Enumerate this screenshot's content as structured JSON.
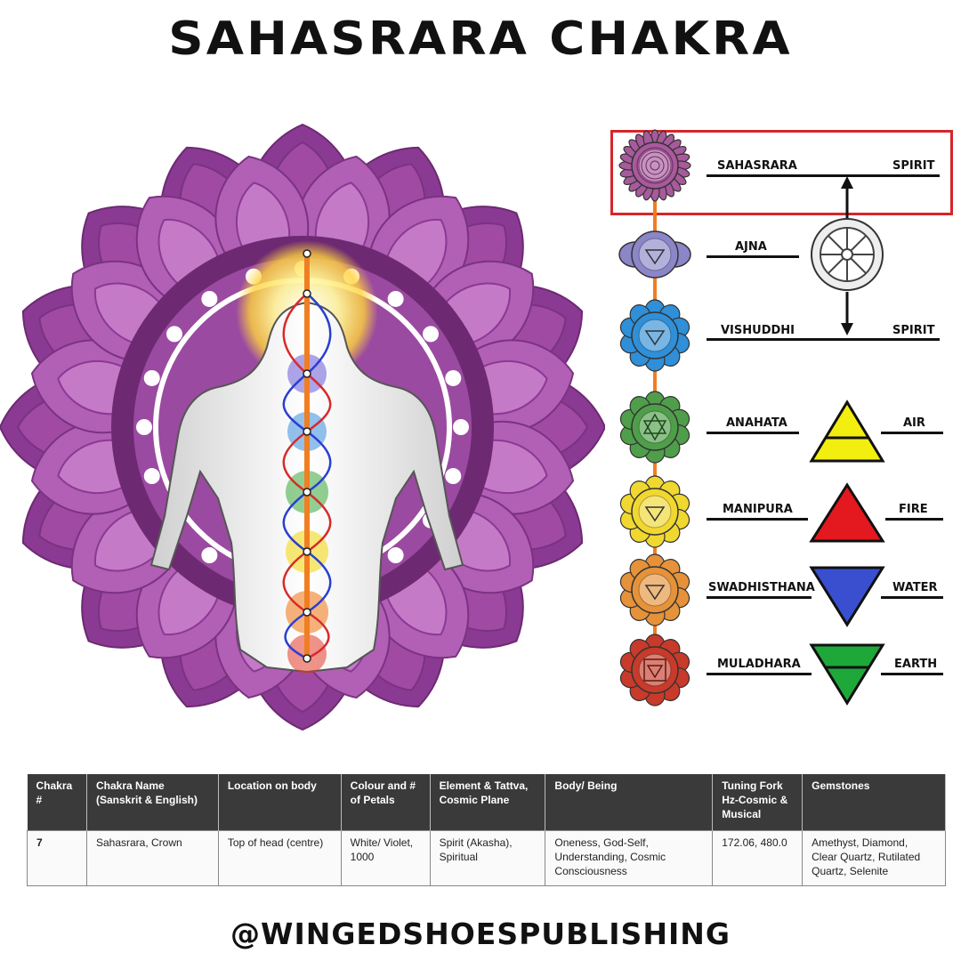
{
  "title": "SAHASRARA  CHAKRA",
  "footer": "@WINGEDSHOESPUBLISHING",
  "chakra_chart": {
    "rows": [
      {
        "name": "SAHASRARA",
        "element": "SPIRIT",
        "color": "#a85a9c",
        "symbol": "crown"
      },
      {
        "name": "AJNA",
        "element": "",
        "color": "#8a86c8",
        "symbol": "wheel"
      },
      {
        "name": "VISHUDDHI",
        "element": "SPIRIT",
        "color": "#2f8fd8",
        "symbol": ""
      },
      {
        "name": "ANAHATA",
        "element": "AIR",
        "color": "#4f9e4a",
        "symbol": "air-triangle"
      },
      {
        "name": "MANIPURA",
        "element": "FIRE",
        "color": "#f0d830",
        "symbol": "fire-triangle"
      },
      {
        "name": "SWADHISTHANA",
        "element": "WATER",
        "color": "#e5923a",
        "symbol": "water-triangle"
      },
      {
        "name": "MULADHARA",
        "element": "EARTH",
        "color": "#c83a2a",
        "symbol": "earth-triangle"
      }
    ],
    "element_colors": {
      "air": "#f2ee10",
      "fire": "#e3191f",
      "water": "#3a4fd0",
      "earth": "#1ea83a"
    },
    "highlight_color": "#d6262a",
    "spine_color": "#f07e22"
  },
  "mandala": {
    "petal_color": "#a04aa4",
    "inner_petal_color": "#8a3a92",
    "ring_color": "#6d2a72"
  },
  "table": {
    "headers": [
      "Chakra #",
      "Chakra Name (Sanskrit & English)",
      "Location on body",
      "Colour and # of Petals",
      "Element & Tattva, Cosmic Plane",
      "Body/ Being",
      "Tuning Fork Hz-Cosmic & Musical",
      "Gemstones"
    ],
    "row": [
      "7",
      "Sahasrara, Crown",
      "Top of head (centre)",
      "White/ Violet, 1000",
      "Spirit (Akasha), Spiritual",
      "Oneness, God-Self, Understanding, Cosmic Consciousness",
      "172.06, 480.0",
      "Amethyst,  Diamond, Clear Quartz,  Rutilated Quartz, Selenite"
    ]
  }
}
